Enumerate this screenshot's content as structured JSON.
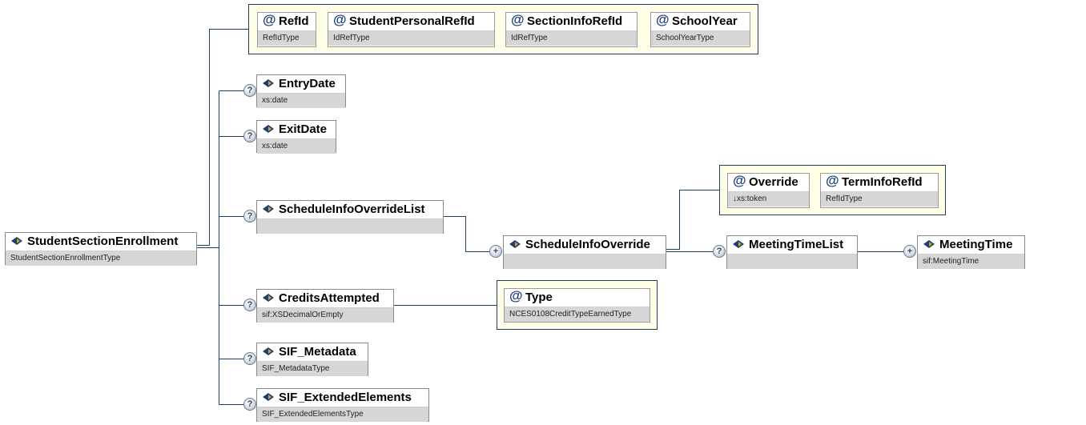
{
  "root": {
    "name": "StudentSectionEnrollment",
    "type": "StudentSectionEnrollmentType"
  },
  "attributes": [
    {
      "name": "RefId",
      "type": "RefIdType"
    },
    {
      "name": "StudentPersonalRefId",
      "type": "IdRefType"
    },
    {
      "name": "SectionInfoRefId",
      "type": "IdRefType"
    },
    {
      "name": "SchoolYear",
      "type": "SchoolYearType"
    }
  ],
  "elements": {
    "entry_date": {
      "name": "EntryDate",
      "type": "xs:date",
      "occurrence": "?"
    },
    "exit_date": {
      "name": "ExitDate",
      "type": "xs:date",
      "occurrence": "?"
    },
    "schedule_list": {
      "name": "ScheduleInfoOverrideList",
      "type": "",
      "occurrence": "?"
    },
    "schedule_override": {
      "name": "ScheduleInfoOverride",
      "type": "",
      "occurrence": "+"
    },
    "meeting_time_list": {
      "name": "MeetingTimeList",
      "type": "",
      "occurrence": "?"
    },
    "meeting_time": {
      "name": "MeetingTime",
      "type": "sif:MeetingTime",
      "occurrence": "+"
    },
    "credits_attempted": {
      "name": "CreditsAttempted",
      "type": "sif:XSDecimalOrEmpty",
      "occurrence": "?"
    },
    "sif_metadata": {
      "name": "SIF_Metadata",
      "type": "SIF_MetadataType",
      "occurrence": "?"
    },
    "sif_extended": {
      "name": "SIF_ExtendedElements",
      "type": "SIF_ExtendedElementsType",
      "occurrence": "?"
    }
  },
  "override_attributes": [
    {
      "name": "Override",
      "type": "↓xs:token"
    },
    {
      "name": "TermInfoRefId",
      "type": "RefIdType"
    }
  ],
  "credits_attributes": [
    {
      "name": "Type",
      "type": "NCES0108CreditTypeEarnedType"
    }
  ],
  "colors": {
    "connector": "#1f3d63",
    "group_border": "#1f3d63",
    "group_fill": "#ffffe8",
    "type_band": "#d6d6d6",
    "icon_blue": "#1c3f7a",
    "icon_gold": "#e0a400"
  },
  "icons": {
    "element": "element-diamond-icon",
    "attribute": "at-sign-icon",
    "optional": "question-mark-icon",
    "repeat": "plus-icon"
  }
}
